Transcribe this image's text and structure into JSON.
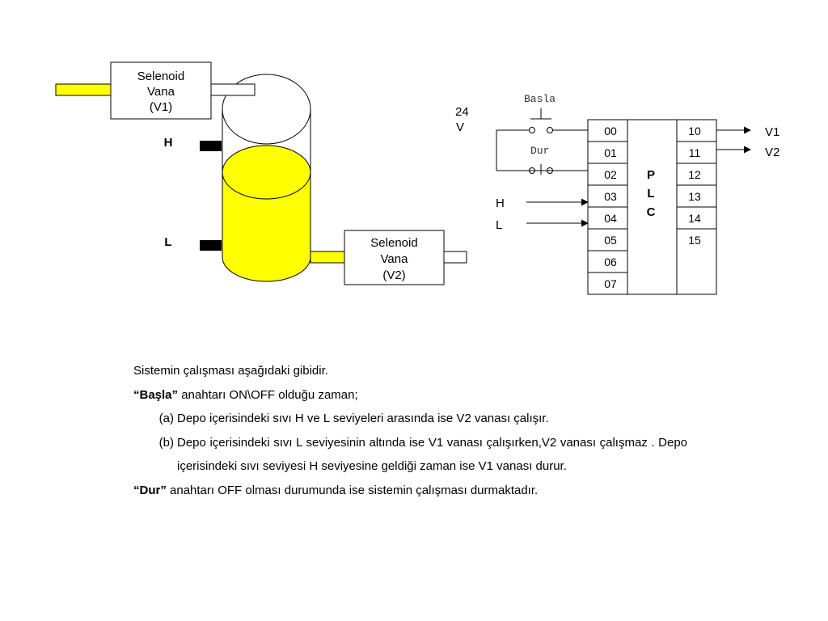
{
  "tank": {
    "valve_v1": {
      "line1": "Selenoid",
      "line2": "Vana",
      "line3": "(V1)"
    },
    "valve_v2": {
      "line1": "Selenoid",
      "line2": "Vana",
      "line3": "(V2)"
    },
    "sensor_h": "H",
    "sensor_l": "L",
    "liquid_color": "#ffff00"
  },
  "plc": {
    "supply_line1": "24",
    "supply_line2": "V",
    "start_switch": "Basla",
    "stop_switch": "Dur",
    "input_h": "H",
    "input_l": "L",
    "title_chars": [
      "P",
      "L",
      "C"
    ],
    "inputs": [
      "00",
      "01",
      "02",
      "03",
      "04",
      "05",
      "06",
      "07"
    ],
    "outputs": [
      "10",
      "11",
      "12",
      "13",
      "14",
      "15"
    ],
    "output_v1": "V1",
    "output_v2": "V2"
  },
  "description": {
    "intro": "Sistemin çalışması aşağıdaki gibidir.",
    "start_key": "“Başla”",
    "start_text": " anahtarı ON\\OFF olduğu zaman;",
    "item_a_mark": "(a)",
    "item_a_text": "Depo içerisindeki sıvı H ve L seviyeleri arasında ise V2 vanası çalışır.",
    "item_b_mark": "(b)",
    "item_b_text": "Depo içerisindeki sıvı L seviyesinin altında ise V1 vanası çalışırken,V2 vanası çalışmaz . Depo içerisindeki sıvı seviyesi H seviyesine geldiği zaman ise V1 vanası durur.",
    "stop_key": "“Dur”",
    "stop_text": " anahtarı OFF olması durumunda ise sistemin çalışması durmaktadır."
  }
}
